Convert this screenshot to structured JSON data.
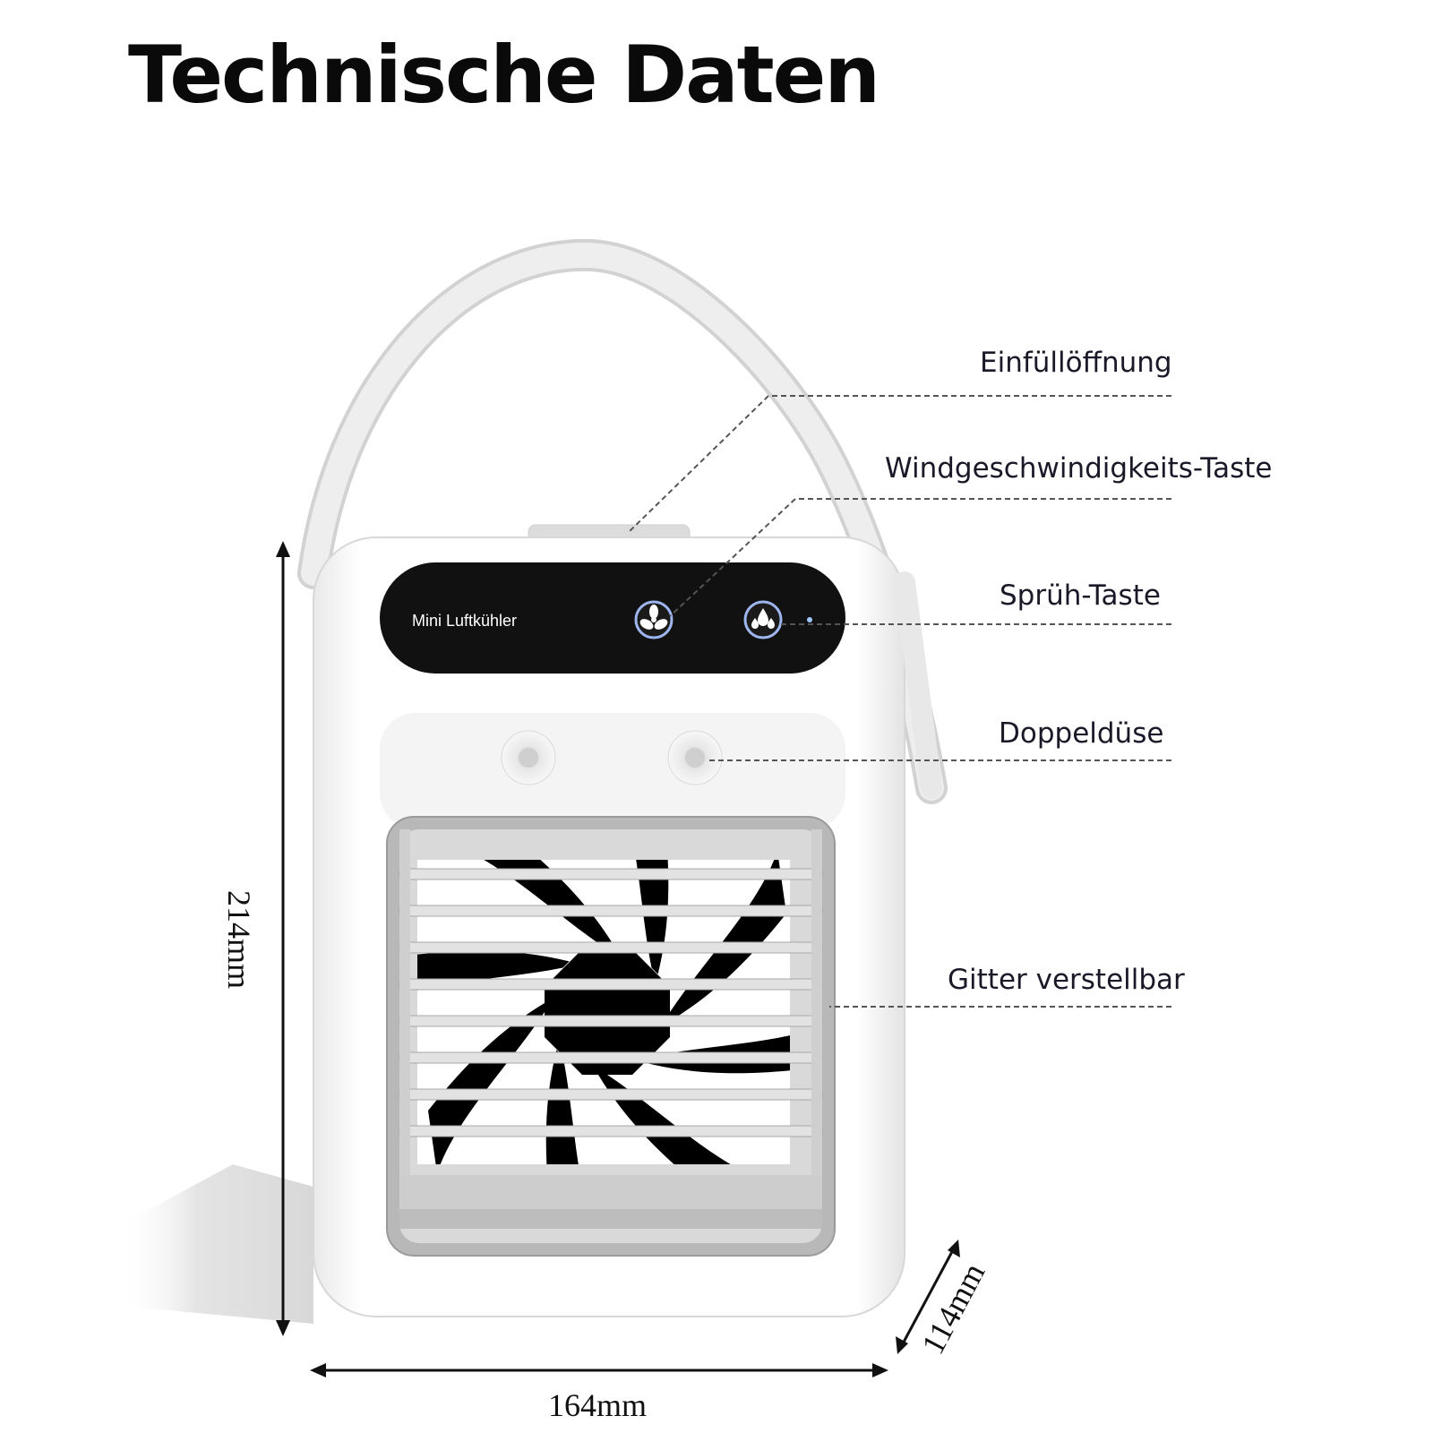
{
  "title": "Technische Daten",
  "device": {
    "brand_label": "Mini Luftkühler"
  },
  "callouts": [
    {
      "id": "fill-opening",
      "label": "Einfüllöffnung"
    },
    {
      "id": "wind-speed-button",
      "label": "Windgeschwindigkeits-Taste"
    },
    {
      "id": "spray-button",
      "label": "Sprüh-Taste"
    },
    {
      "id": "double-nozzle",
      "label": "Doppeldüse"
    },
    {
      "id": "adjustable-grille",
      "label": "Gitter verstellbar"
    }
  ],
  "dimensions": {
    "height": "214mm",
    "width": "164mm",
    "depth": "114mm"
  },
  "icons": {
    "fan_button": "fan-icon",
    "spray_button": "water-drops-icon",
    "indicator": "led-dot"
  },
  "colors": {
    "body": "#ffffff",
    "panel": "#111111",
    "strap": "#e6e6e6",
    "grille": "#cfcfcf",
    "fan_blades": "#000000",
    "accent_blue": "#6f8fd8"
  }
}
